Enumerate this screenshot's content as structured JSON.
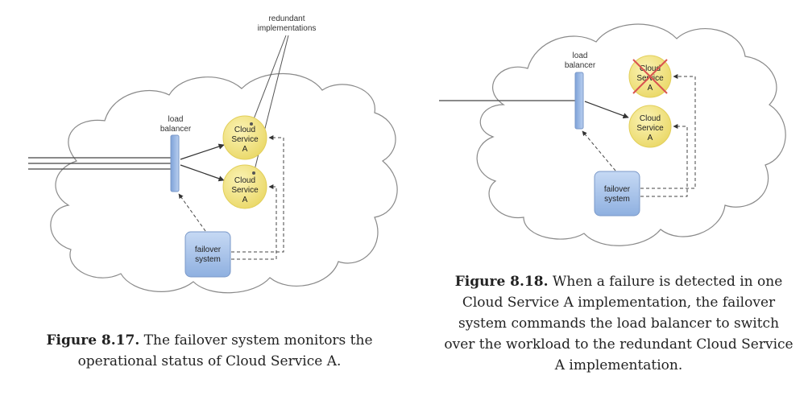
{
  "figure_left": {
    "label_redundant": [
      "redundant",
      "implementations"
    ],
    "label_load_balancer": [
      "load",
      "balancer"
    ],
    "service_label": [
      "Cloud",
      "Service",
      "A"
    ],
    "failover_label": [
      "failover",
      "system"
    ],
    "caption_number": "Figure 8.17.",
    "caption_text": " The failover system monitors the operational status of Cloud Service A."
  },
  "figure_right": {
    "label_load_balancer": [
      "load",
      "balancer"
    ],
    "service_label": [
      "Cloud",
      "Service",
      "A"
    ],
    "failover_label": [
      "failover",
      "system"
    ],
    "caption_number": "Figure 8.18.",
    "caption_text": " When a failure is detected in one Cloud Service A implementation, the failover system commands the load balancer to switch over the workload to the redundant Cloud Service A implementation."
  },
  "colors": {
    "service_fill": "#f0e27a",
    "service_stroke": "#e0cf5a",
    "failover_fill": "#a9c4ea",
    "lb_fill": "#9fbde8",
    "failed_x": "#d9534f"
  }
}
